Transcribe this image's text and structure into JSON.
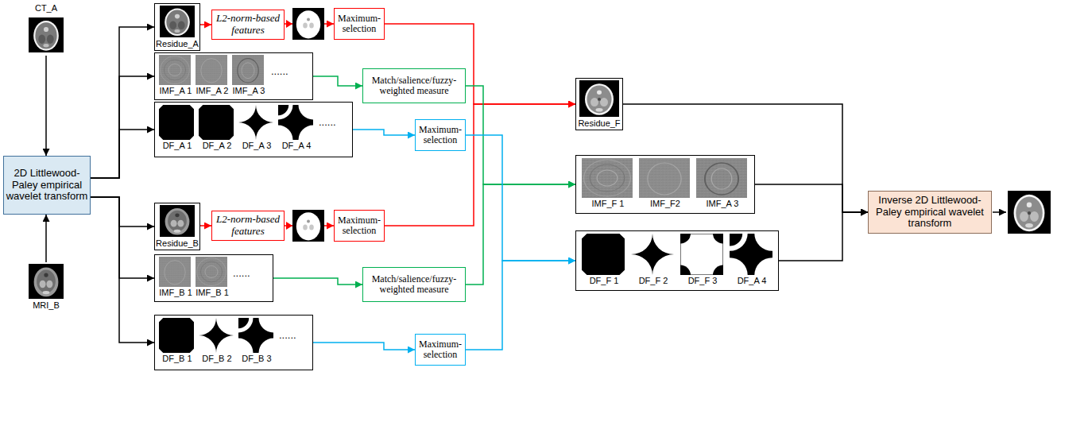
{
  "diagram": {
    "nodes": [
      {
        "text": [
          "CT_A"
        ]
      },
      {
        "text": [
          "2D Littlewood-Paley empirical wavelet transform"
        ]
      },
      {
        "text": [
          "MRI_B"
        ]
      },
      {
        "text": [
          "Residue_A"
        ]
      },
      {
        "text": [
          "L2-norm-based features"
        ]
      },
      {
        "text": [
          "Maximum-selection"
        ]
      },
      {
        "text": [
          "......"
        ]
      },
      {
        "text": [
          "IMF_A 1"
        ],
        "in": 6
      },
      {
        "text": [
          "IMF_A 2"
        ],
        "in": 6
      },
      {
        "text": [
          "IMF_A 3"
        ],
        "in": 6
      },
      {
        "text": [
          "Match/salience/fuzzy-weighted measure"
        ]
      },
      {
        "text": [
          "......"
        ]
      },
      {
        "text": [
          "DF_A 1"
        ],
        "in": 11
      },
      {
        "text": [
          "DF_A 2"
        ],
        "in": 11
      },
      {
        "text": [
          "DF_A 3"
        ],
        "in": 11
      },
      {
        "text": [
          "DF_A 4"
        ],
        "in": 11
      },
      {
        "text": [
          "Maximum-selection"
        ]
      },
      {
        "text": [
          "Residue_B"
        ]
      },
      {
        "text": [
          "L2-norm-based features"
        ]
      },
      {
        "text": [
          "Maximum-selection"
        ]
      },
      {
        "text": [
          "......"
        ]
      },
      {
        "text": [
          "IMF_B 1"
        ],
        "in": 20
      },
      {
        "text": [
          "IMF_B 1"
        ],
        "in": 20
      },
      {
        "text": [
          "Match/salience/fuzzy-weighted measure"
        ]
      },
      {
        "text": [
          "......"
        ]
      },
      {
        "text": [
          "DF_B 1"
        ],
        "in": 24
      },
      {
        "text": [
          "DF_B 2"
        ],
        "in": 24
      },
      {
        "text": [
          "DF_B 3"
        ],
        "in": 24
      },
      {
        "text": [
          "Maximum-selection"
        ]
      },
      {
        "text": [
          "Residue_F"
        ]
      },
      {
        "text": []
      },
      {
        "text": [
          "IMF_F 1"
        ],
        "in": 30
      },
      {
        "text": [
          "IMF_F2"
        ],
        "in": 30
      },
      {
        "text": [
          "IMF_A 3"
        ],
        "in": 30
      },
      {
        "text": []
      },
      {
        "text": [
          "DF_F 1"
        ],
        "in": 34
      },
      {
        "text": [
          "DF_F 2"
        ],
        "in": 34
      },
      {
        "text": [
          "DF_F 3"
        ],
        "in": 34
      },
      {
        "text": [
          "DF_A 4"
        ],
        "in": 34
      },
      {
        "text": [
          "Inverse 2D Littlewood-Paley empirical wavelet transform"
        ]
      }
    ],
    "edges": [
      {
        "from": 0,
        "to": 1,
        "arrow": "to"
      },
      {
        "from": 2,
        "to": 1,
        "arrow": "to"
      },
      {
        "from": 1,
        "to": 3,
        "arrow": "to"
      },
      {
        "from": 1,
        "to": 6,
        "arrow": "to"
      },
      {
        "from": 1,
        "to": 11,
        "arrow": "to"
      },
      {
        "from": 1,
        "to": 17,
        "arrow": "to"
      },
      {
        "from": 1,
        "to": 20,
        "arrow": "to"
      },
      {
        "from": 1,
        "to": 24,
        "arrow": "to"
      },
      {
        "from": 3,
        "to": 4,
        "arrow": "to"
      },
      {
        "from": 4,
        "to": 5,
        "arrow": "to"
      },
      {
        "from": 5,
        "to": 29,
        "arrow": "to"
      },
      {
        "from": 6,
        "to": 10,
        "arrow": "to"
      },
      {
        "from": 11,
        "to": 16,
        "arrow": "to"
      },
      {
        "from": 17,
        "to": 18,
        "arrow": "to"
      },
      {
        "from": 18,
        "to": 19,
        "arrow": "to"
      },
      {
        "from": 19,
        "to": 29,
        "arrow": "to"
      },
      {
        "from": 20,
        "to": 23,
        "arrow": "to"
      },
      {
        "from": 24,
        "to": 28,
        "arrow": "to"
      },
      {
        "from": 10,
        "to": 30,
        "arrow": "to"
      },
      {
        "from": 23,
        "to": 30,
        "arrow": "to"
      },
      {
        "from": 16,
        "to": 34,
        "arrow": "to"
      },
      {
        "from": 28,
        "to": 34,
        "arrow": "to"
      },
      {
        "from": 29,
        "to": 39,
        "arrow": "to"
      },
      {
        "from": 30,
        "to": 39,
        "arrow": "to"
      },
      {
        "from": 34,
        "to": 39,
        "arrow": "to"
      }
    ]
  }
}
